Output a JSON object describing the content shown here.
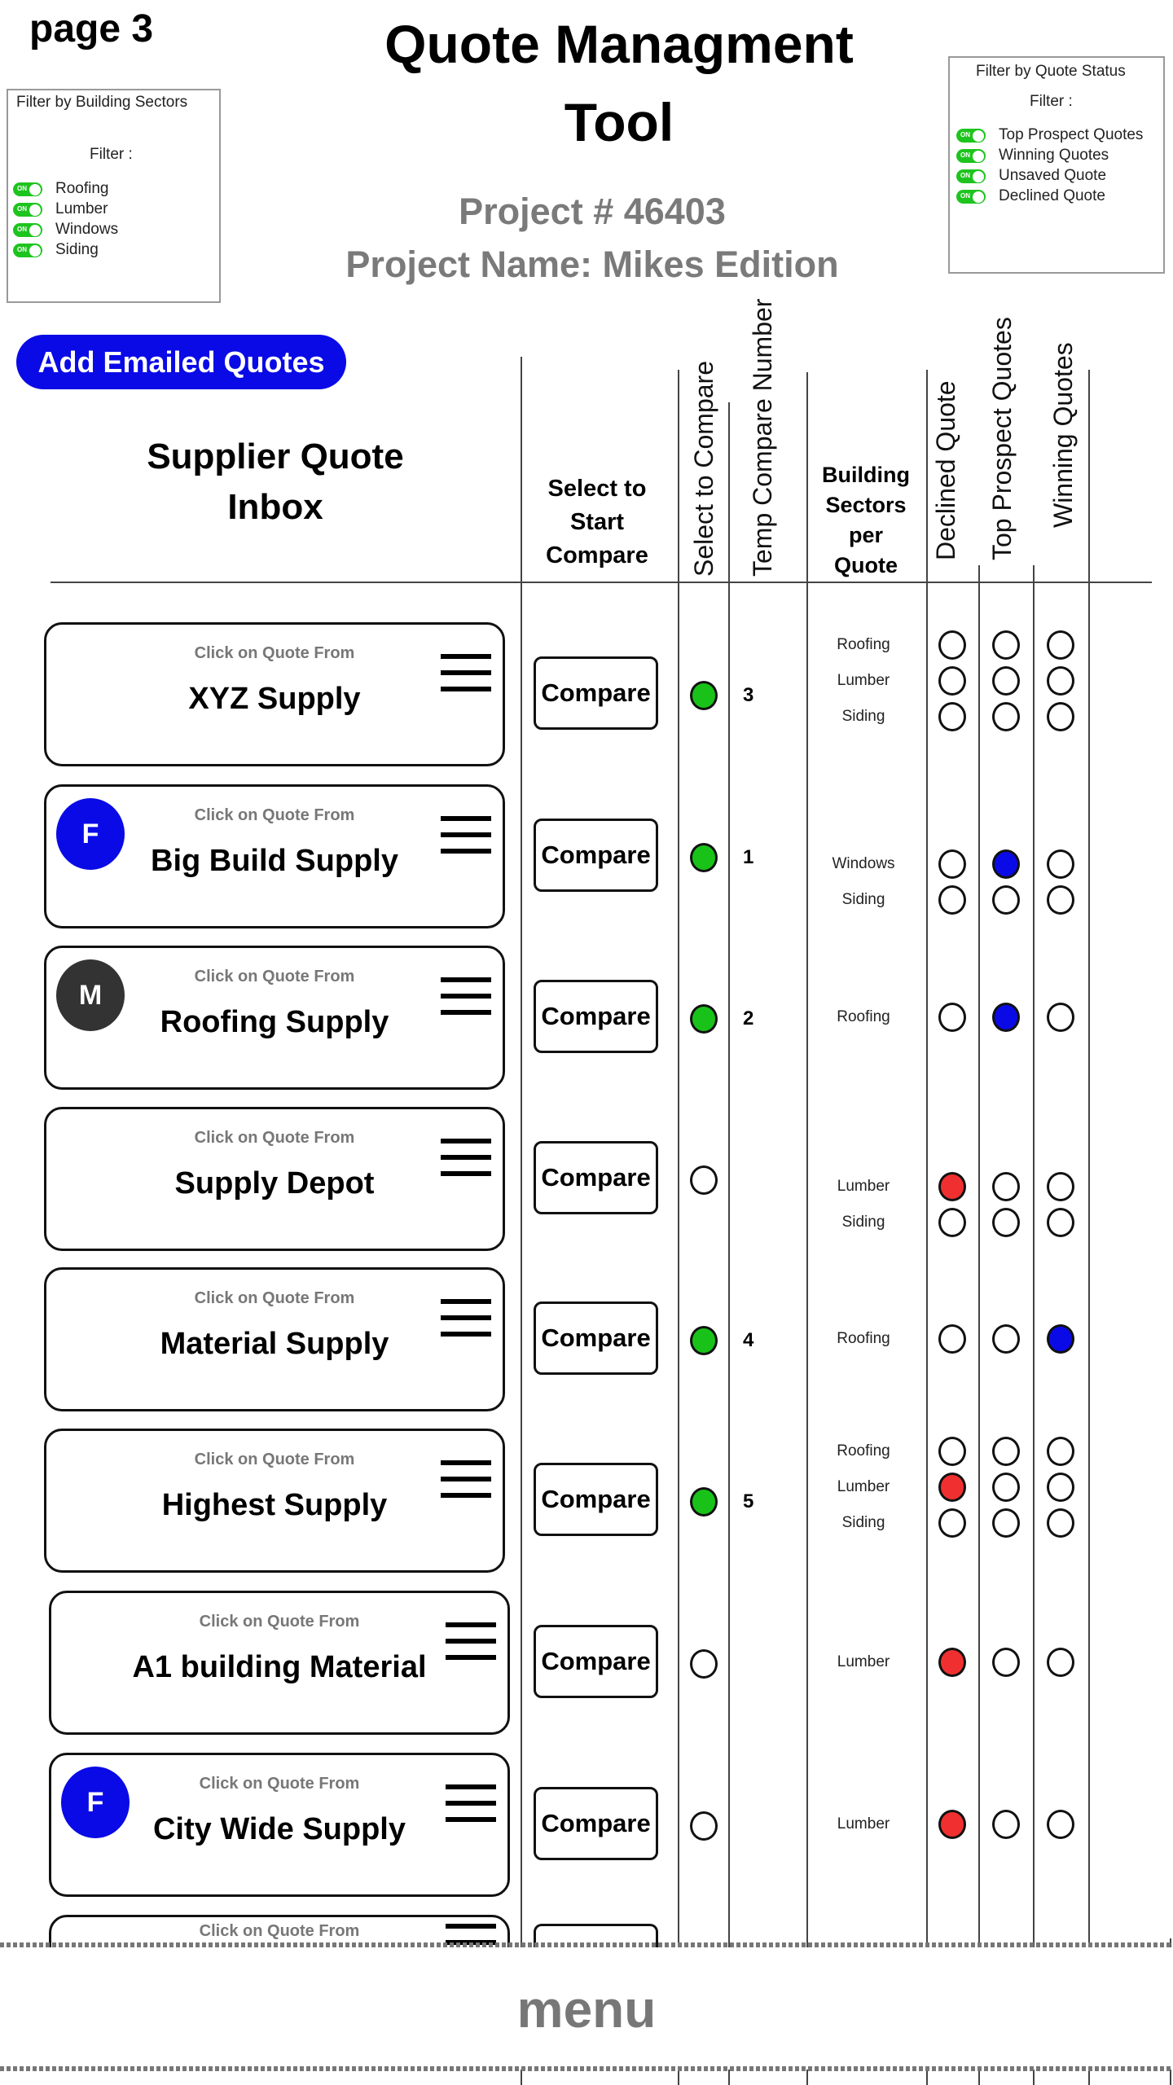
{
  "page_label": "page  3",
  "title_line1": "Quote Managment",
  "title_line2": "Tool",
  "project_number": "Project # 46403",
  "project_name": "Project Name: Mikes Edition",
  "sector_filter": {
    "title": "Filter by Building Sectors",
    "filter_label": "Filter :",
    "items": [
      {
        "label": "Roofing",
        "on": true
      },
      {
        "label": "Lumber",
        "on": true
      },
      {
        "label": "Windows",
        "on": true
      },
      {
        "label": "Siding",
        "on": true
      }
    ],
    "toggle_text": "ON"
  },
  "status_filter": {
    "title": "Filter by Quote Status",
    "filter_label": "Filter :",
    "items": [
      {
        "label": "Top Prospect  Quotes",
        "on": true
      },
      {
        "label": "Winning Quotes",
        "on": true
      },
      {
        "label": "Unsaved Quote",
        "on": true
      },
      {
        "label": "Declined Quote",
        "on": true
      }
    ]
  },
  "add_button": "Add Emailed Quotes",
  "headers": {
    "inbox_line1": "Supplier Quote",
    "inbox_line2": "Inbox",
    "start_compare": [
      "Select to",
      "Start",
      "Compare"
    ],
    "select_to_compare": "Select to Compare",
    "temp_number": "Temp Compare Number",
    "sectors": [
      "Building",
      "Sectors",
      "per",
      "Quote"
    ],
    "declined": "Declined Quote",
    "top_prospect": "Top Prospect  Quotes",
    "winning": "Winning Quotes"
  },
  "colors": {
    "green": "#19c219",
    "blue": "#0a0ae6",
    "red": "#f03030",
    "dark": "#333333"
  },
  "click_text": "Click on Quote From",
  "compare_label": "Compare",
  "quotes": [
    {
      "supplier": "XYZ Supply",
      "avatar": null,
      "selected": true,
      "number": "3",
      "sectors": [
        {
          "name": "Roofing",
          "declined": false,
          "top": false,
          "winning": false
        },
        {
          "name": "Lumber",
          "declined": false,
          "top": false,
          "winning": false
        },
        {
          "name": "Siding",
          "declined": false,
          "top": false,
          "winning": false
        }
      ]
    },
    {
      "supplier": "Big Build Supply",
      "avatar": {
        "letter": "F",
        "color": "blue"
      },
      "selected": true,
      "number": "1",
      "sectors": [
        {
          "name": "Windows",
          "declined": false,
          "top": true,
          "winning": false
        },
        {
          "name": "Siding",
          "declined": false,
          "top": false,
          "winning": false
        }
      ]
    },
    {
      "supplier": "Roofing Supply",
      "avatar": {
        "letter": "M",
        "color": "dark"
      },
      "selected": true,
      "number": "2",
      "sectors": [
        {
          "name": "Roofing",
          "declined": false,
          "top": true,
          "winning": false
        }
      ]
    },
    {
      "supplier": "Supply Depot",
      "avatar": null,
      "selected": false,
      "number": "",
      "sectors": [
        {
          "name": "Lumber",
          "declined": true,
          "top": false,
          "winning": false
        },
        {
          "name": "Siding",
          "declined": false,
          "top": false,
          "winning": false
        }
      ]
    },
    {
      "supplier": "Material Supply",
      "avatar": null,
      "selected": true,
      "number": "4",
      "sectors": [
        {
          "name": "Roofing",
          "declined": false,
          "top": false,
          "winning": true
        }
      ]
    },
    {
      "supplier": "Highest Supply",
      "avatar": null,
      "selected": true,
      "number": "5",
      "sectors": [
        {
          "name": "Roofing",
          "declined": false,
          "top": false,
          "winning": false
        },
        {
          "name": "Lumber",
          "declined": true,
          "top": false,
          "winning": false
        },
        {
          "name": "Siding",
          "declined": false,
          "top": false,
          "winning": false
        }
      ]
    },
    {
      "supplier": "A1 building Material",
      "avatar": null,
      "selected": false,
      "number": "",
      "sectors": [
        {
          "name": "Lumber",
          "declined": true,
          "top": false,
          "winning": false
        }
      ]
    },
    {
      "supplier": "City Wide Supply",
      "avatar": {
        "letter": "F",
        "color": "blue"
      },
      "selected": false,
      "number": "",
      "sectors": [
        {
          "name": "Lumber",
          "declined": true,
          "top": false,
          "winning": false
        }
      ]
    },
    {
      "supplier": "",
      "avatar": null,
      "selected": false,
      "number": "",
      "sectors": []
    }
  ],
  "menu_label": "menu"
}
